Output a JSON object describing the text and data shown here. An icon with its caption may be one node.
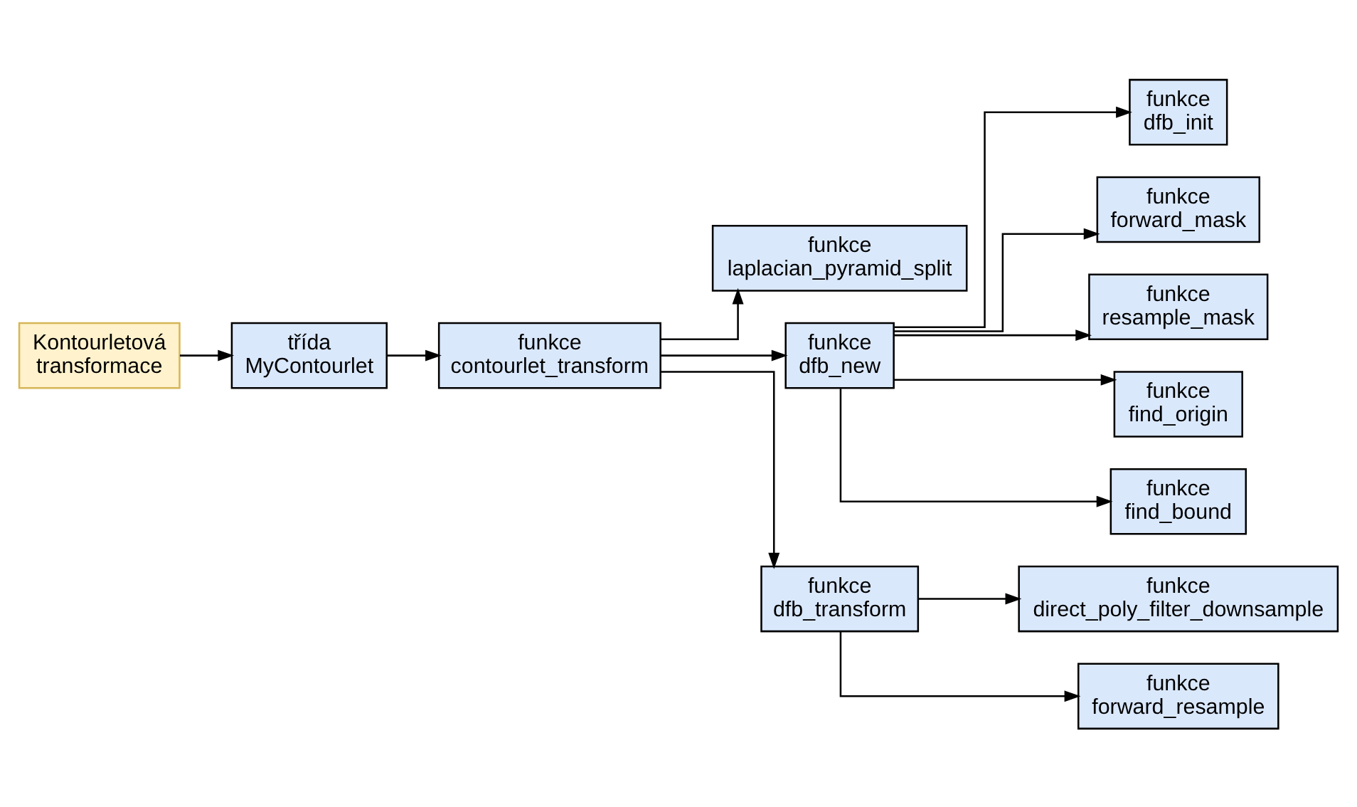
{
  "diagram": {
    "nodes": [
      {
        "text": [
          "Kontourletová transformace"
        ]
      },
      {
        "text": [
          "třída MyContourlet"
        ]
      },
      {
        "text": [
          "funkce contourlet_transform"
        ]
      },
      {
        "text": [
          "funkce laplacian_pyramid_split"
        ]
      },
      {
        "text": [
          "funkce dfb_new"
        ]
      },
      {
        "text": [
          "funkce dfb_transform"
        ]
      },
      {
        "text": [
          "funkce dfb_init"
        ]
      },
      {
        "text": [
          "funkce forward_mask"
        ]
      },
      {
        "text": [
          "funkce resample_mask"
        ]
      },
      {
        "text": [
          "funkce find_origin"
        ]
      },
      {
        "text": [
          "funkce find_bound"
        ]
      },
      {
        "text": [
          "funkce direct_poly_filter_downsample"
        ]
      },
      {
        "text": [
          "funkce forward_resample"
        ]
      }
    ],
    "edges": [
      {
        "from": 0,
        "to": 1,
        "arrow": "to"
      },
      {
        "from": 1,
        "to": 2,
        "arrow": "to"
      },
      {
        "from": 2,
        "to": 3,
        "arrow": "to"
      },
      {
        "from": 2,
        "to": 4,
        "arrow": "to"
      },
      {
        "from": 2,
        "to": 5,
        "arrow": "to"
      },
      {
        "from": 4,
        "to": 6,
        "arrow": "to"
      },
      {
        "from": 4,
        "to": 7,
        "arrow": "to"
      },
      {
        "from": 4,
        "to": 8,
        "arrow": "to"
      },
      {
        "from": 4,
        "to": 9,
        "arrow": "to"
      },
      {
        "from": 4,
        "to": 10,
        "arrow": "to"
      },
      {
        "from": 5,
        "to": 11,
        "arrow": "to"
      },
      {
        "from": 5,
        "to": 12,
        "arrow": "to"
      }
    ]
  }
}
